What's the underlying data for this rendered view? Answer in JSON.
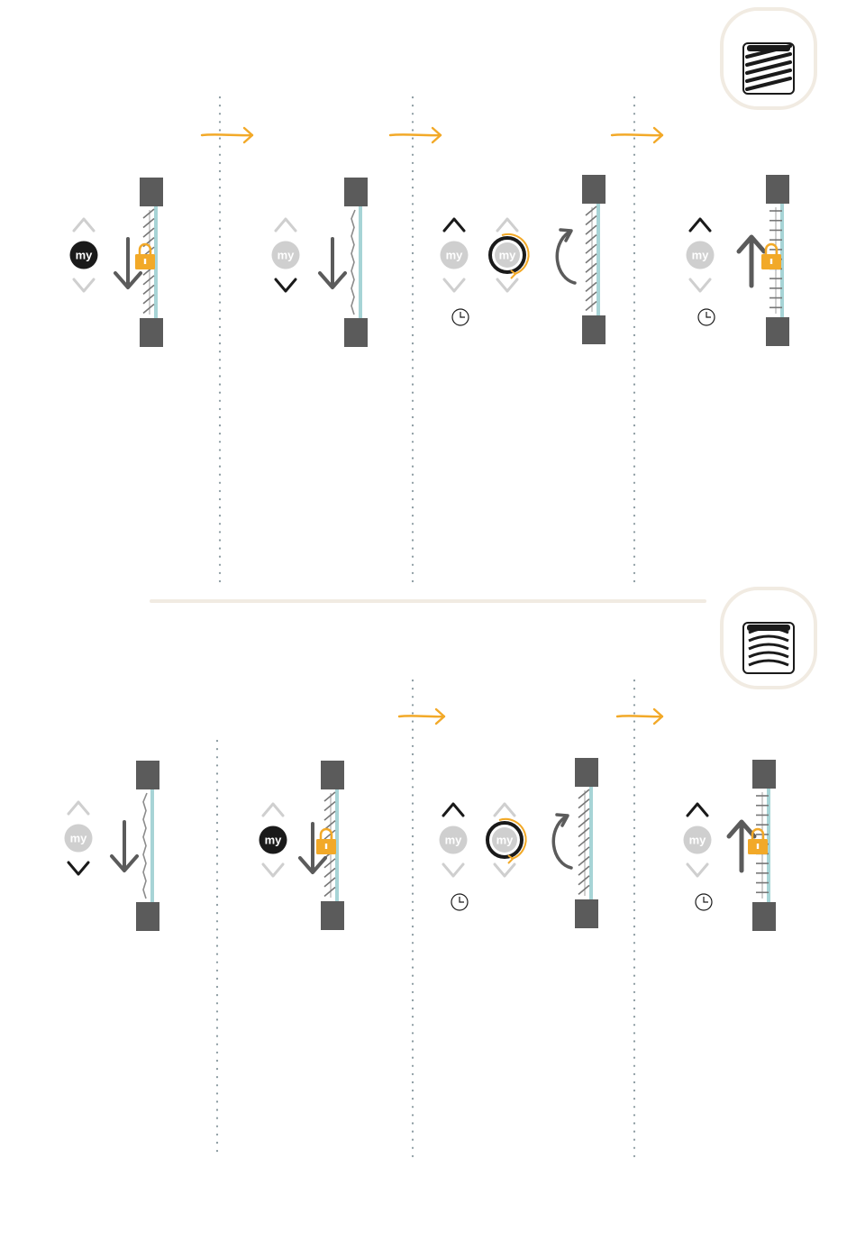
{
  "palette": {
    "dark": "#5b5b5b",
    "black": "#1a1a1a",
    "light_gray": "#cfcfcf",
    "glass": "#a7d4d6",
    "accent": "#f2a928",
    "divider": "#8a9aa0",
    "separator": "#f1ebe2",
    "badge_ring": "#f1ebe2"
  },
  "remote": {
    "my_label": "my"
  },
  "sections": [
    {
      "name": "section-top",
      "badge_icon": "blind-open-slats-icon",
      "panels": [
        {
          "my": "pressed",
          "up": "inactive",
          "down": "inactive",
          "my_ring": false,
          "timer": false,
          "motion": "down",
          "lock": true,
          "blind": "tilted"
        },
        {
          "my": "inactive",
          "up": "inactive",
          "down": "active",
          "my_ring": false,
          "timer": false,
          "motion": "down",
          "lock": false,
          "blind": "closed"
        },
        {
          "my": "inactive",
          "up": "active",
          "down": "inactive",
          "my_ring": true,
          "timer": true,
          "motion": "rotate",
          "lock": false,
          "blind": "tilted"
        },
        {
          "my": "inactive",
          "up": "active",
          "down": "inactive",
          "my_ring": false,
          "timer": true,
          "motion": "up",
          "lock": true,
          "blind": "horizontal"
        }
      ]
    },
    {
      "name": "section-bottom",
      "badge_icon": "blind-tilted-slats-icon",
      "panels": [
        {
          "my": "inactive",
          "up": "inactive",
          "down": "active",
          "my_ring": false,
          "timer": false,
          "motion": "down",
          "lock": false,
          "blind": "closed"
        },
        {
          "my": "pressed",
          "up": "inactive",
          "down": "inactive",
          "my_ring": false,
          "timer": false,
          "motion": "down",
          "lock": true,
          "blind": "tilted"
        },
        {
          "my": "inactive",
          "up": "active",
          "down": "inactive",
          "my_ring": true,
          "timer": true,
          "motion": "rotate",
          "lock": false,
          "blind": "tilted"
        },
        {
          "my": "inactive",
          "up": "active",
          "down": "inactive",
          "my_ring": false,
          "timer": true,
          "motion": "up",
          "lock": true,
          "blind": "horizontal"
        }
      ]
    }
  ]
}
